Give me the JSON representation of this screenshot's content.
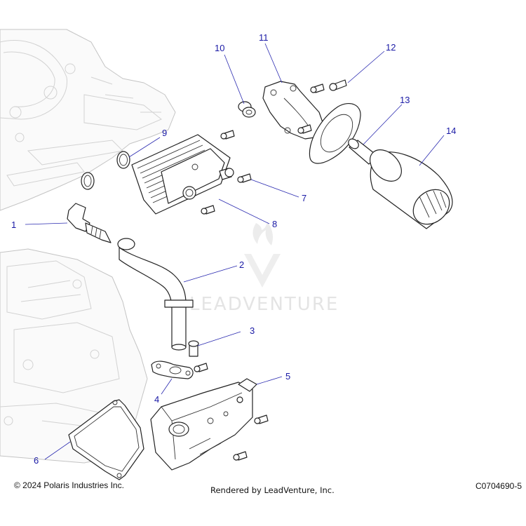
{
  "diagram": {
    "callouts": [
      "1",
      "2",
      "3",
      "4",
      "5",
      "6",
      "7",
      "8",
      "9",
      "10",
      "11",
      "12",
      "13",
      "14"
    ],
    "watermark": "LEADVENTURE"
  },
  "footer": {
    "copyright": "© 2024 Polaris Industries Inc.",
    "rendered_by": "Rendered by LeadVenture, Inc.",
    "figure_code": "C0704690-5"
  },
  "colors": {
    "callout_text": "#1a1aa6",
    "part_outline": "#222222",
    "ghost_outline": "#c4c4c4",
    "watermark": "#e4e4e4"
  }
}
